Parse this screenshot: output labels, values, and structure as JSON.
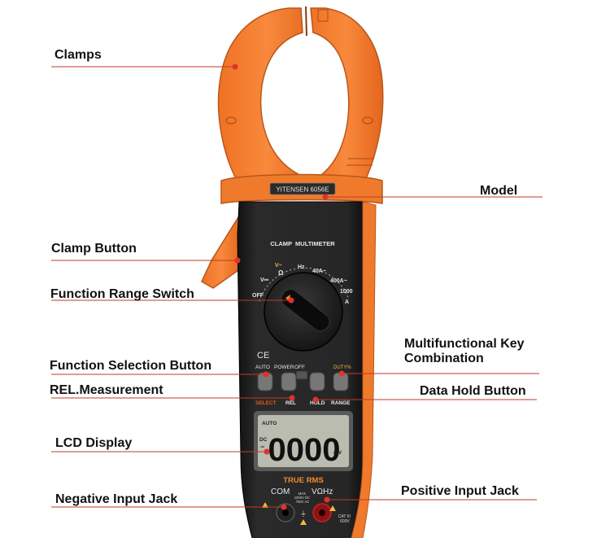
{
  "labels": {
    "clamps": "Clamps",
    "model": "Model",
    "clamp_button": "Clamp Button",
    "function_range_switch": "Function Range Switch",
    "multifunctional_key": "Multifunctional Key Combination",
    "function_selection_button": "Function Selection Button",
    "rel_measurement": "REL.Measurement",
    "data_hold_button": "Data Hold Button",
    "lcd_display": "LCD Display",
    "negative_input_jack": "Negative Input Jack",
    "positive_input_jack": "Positive Input Jack"
  },
  "device": {
    "brand_plate": "YITENSEN 6056E",
    "title": "CLAMP  MULTIMETER",
    "dial": {
      "off": "OFF",
      "v_dc": "V⎓",
      "v_ac": "V~",
      "ohm": "Ω",
      "hz": "Hz",
      "a40": "40A~",
      "a400": "400A~",
      "a1000": "1000",
      "a_unit": "A"
    },
    "buttons": {
      "ce_mark": "CE",
      "auto": "AUTO",
      "power": "POWER",
      "off": "OFF",
      "duty": "DUTY%",
      "select": "SELECT",
      "rel": "REL",
      "hold": "HOLD",
      "range": "RANGE"
    },
    "lcd": {
      "auto": "AUTO",
      "dc": "DC",
      "minus": "−",
      "reading": "0000",
      "unit": "mV"
    },
    "true_rms": "TRUE RMS",
    "jacks": {
      "com": "COM",
      "v_ohm_hz": "VΩHz",
      "max_rating": "MAX\n1000V DC\n750V AC",
      "category": "CAT III\n600V"
    }
  },
  "colors": {
    "orange": "#f47a2a",
    "orange_dark": "#c85a14",
    "body": "#1f1f1f",
    "leader": "#c0392b",
    "lcd": "#b9bcaf",
    "select_label": "#e05a1a"
  }
}
